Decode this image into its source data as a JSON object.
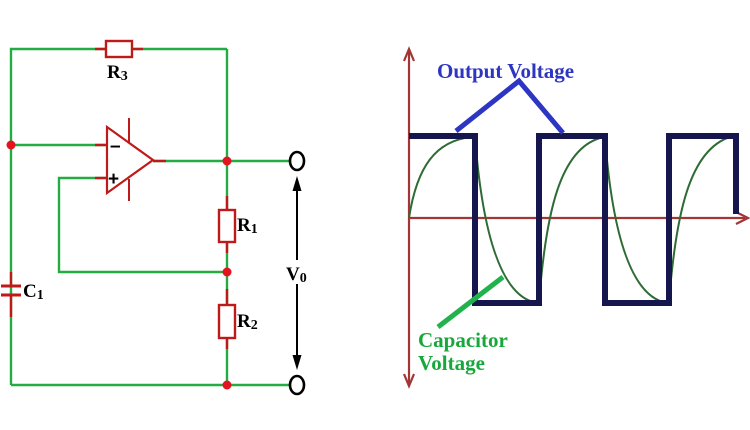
{
  "colors": {
    "wire_green": "#23AC41",
    "component_red": "#BF1A1A",
    "dot_red": "#E31420",
    "axis_red": "#A23535",
    "square_navy": "#16164E",
    "curve_green": "#2E6B35",
    "label_blue": "#2D35C3",
    "label_green": "#17A83B",
    "annot_green": "#21B24B"
  },
  "circuit": {
    "labels": {
      "r3": {
        "base": "R",
        "sub": "3"
      },
      "r1": {
        "base": "R",
        "sub": "1"
      },
      "r2": {
        "base": "R",
        "sub": "2"
      },
      "c1": {
        "base": "C",
        "sub": "1"
      },
      "v0": {
        "base": "V",
        "sub": "0"
      }
    },
    "opamp": {
      "inverting_input": "–",
      "noninverting_input": "+"
    }
  },
  "waveform": {
    "output_label": "Output Voltage",
    "capacitor_label": {
      "line1": "Capacitor",
      "line2": "Voltage"
    }
  },
  "chart_data": {
    "type": "line",
    "title": "",
    "xlabel": "",
    "ylabel": "",
    "tick_labels": "none",
    "legend_position": "annotated-arrows",
    "series": [
      {
        "name": "Output Voltage",
        "shape": "square-wave",
        "cycles_shown": 2.5,
        "high_low_symmetric_about_axis": true
      },
      {
        "name": "Capacitor Voltage",
        "shape": "exponential-charge-discharge between square-wave levels",
        "cycles_shown": 2.5,
        "starts_at_origin": true
      }
    ]
  }
}
